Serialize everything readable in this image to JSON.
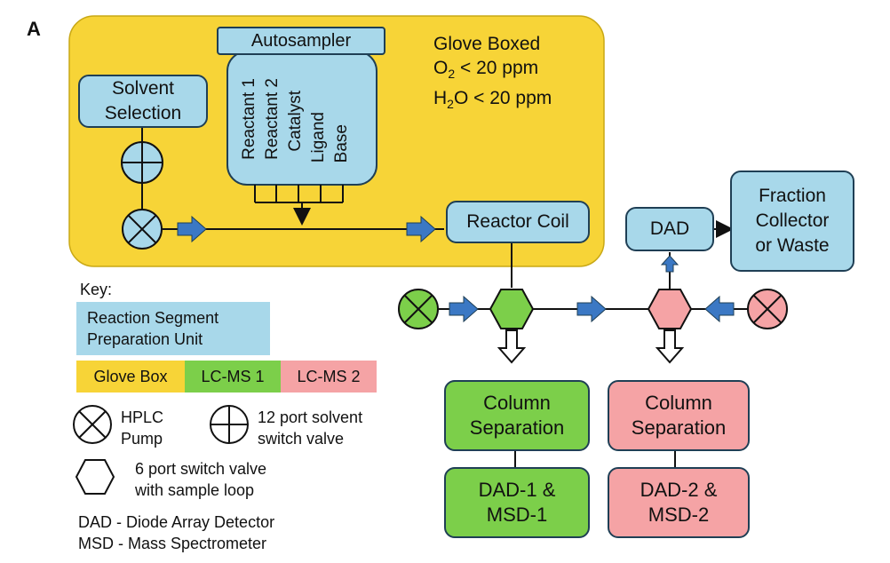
{
  "panel_label": "A",
  "glove_box": {
    "title": "Glove Boxed",
    "o2_line": "O",
    "o2_sub": "2",
    "o2_rest": " < 20 ppm",
    "h2o_line": "H",
    "h2o_sub": "2",
    "h2o_rest": "O < 20 ppm"
  },
  "autosampler": {
    "title": "Autosampler",
    "items": [
      "Reactant 1",
      "Reactant 2",
      "Catalyst",
      "Ligand",
      "Base"
    ]
  },
  "solvent_selection": {
    "line1": "Solvent",
    "line2": "Selection"
  },
  "reactor_coil": "Reactor Coil",
  "dad_box": "DAD",
  "fraction_collector": {
    "line1": "Fraction",
    "line2": "Collector",
    "line3": "or Waste"
  },
  "column_separation_1": {
    "line1": "Column",
    "line2": "Separation"
  },
  "column_separation_2": {
    "line1": "Column",
    "line2": "Separation"
  },
  "detector_1": {
    "line1": "DAD-1 &",
    "line2": "MSD-1"
  },
  "detector_2": {
    "line1": "DAD-2 &",
    "line2": "MSD-2"
  },
  "key": {
    "title": "Key:",
    "reaction_segment": {
      "line1": "Reaction Segment",
      "line2": "Preparation Unit"
    },
    "glove_box": "Glove Box",
    "lcms1": "LC-MS 1",
    "lcms2": "LC-MS 2",
    "hplc_pump": {
      "line1": "HPLC",
      "line2": "Pump"
    },
    "solvent_valve": {
      "line1": "12 port solvent",
      "line2": "switch valve"
    },
    "six_port": {
      "line1": "6 port switch valve",
      "line2": "with sample loop"
    },
    "dad_def": "DAD - Diode Array Detector",
    "msd_def": "MSD - Mass Spectrometer"
  },
  "colors": {
    "glove_yellow": "#f7d437",
    "prep_blue": "#a8d8ea",
    "lcms1_green": "#7ccf4a",
    "lcms2_pink": "#f5a3a5",
    "arrow_blue": "#3b78c4",
    "outline": "#1f3f55"
  }
}
